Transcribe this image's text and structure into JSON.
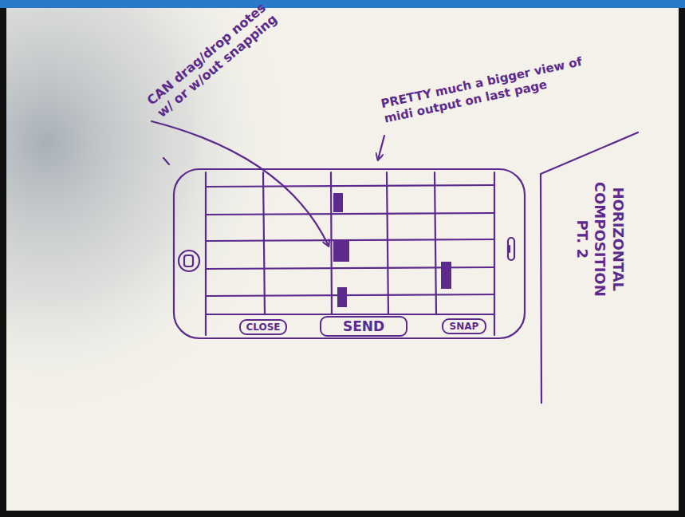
{
  "diagram": {
    "title": "HORIZONTAL COMPOSITION PT. 2",
    "nodes": [
      {
        "text": [
          "CLOSE"
        ]
      },
      {
        "text": [
          "SEND"
        ]
      },
      {
        "text": [
          "SNAP"
        ]
      }
    ],
    "labels": [
      "CAN drag/drop notes w/ or w/out snapping",
      "PRETTY much a bigger view of midi output on last page"
    ]
  }
}
